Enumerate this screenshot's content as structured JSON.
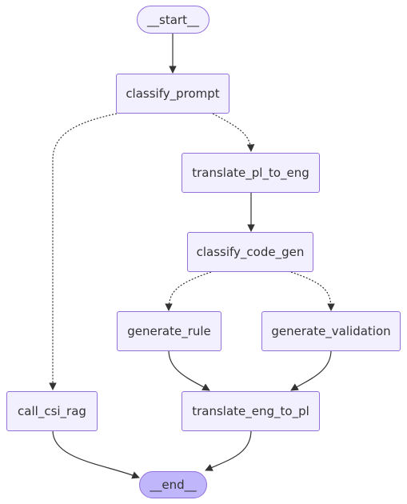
{
  "nodes": {
    "start": "__start__",
    "classify_prompt": "classify_prompt",
    "translate_pl_to_eng": "translate_pl_to_eng",
    "classify_code_gen": "classify_code_gen",
    "generate_rule": "generate_rule",
    "generate_validation": "generate_validation",
    "call_csi_rag": "call_csi_rag",
    "translate_eng_to_pl": "translate_eng_to_pl",
    "end": "__end__"
  },
  "edges": [
    {
      "from": "start",
      "to": "classify_prompt",
      "style": "solid"
    },
    {
      "from": "classify_prompt",
      "to": "translate_pl_to_eng",
      "style": "dotted"
    },
    {
      "from": "classify_prompt",
      "to": "call_csi_rag",
      "style": "dotted"
    },
    {
      "from": "translate_pl_to_eng",
      "to": "classify_code_gen",
      "style": "solid"
    },
    {
      "from": "classify_code_gen",
      "to": "generate_rule",
      "style": "dotted"
    },
    {
      "from": "classify_code_gen",
      "to": "generate_validation",
      "style": "dotted"
    },
    {
      "from": "generate_rule",
      "to": "translate_eng_to_pl",
      "style": "solid"
    },
    {
      "from": "generate_validation",
      "to": "translate_eng_to_pl",
      "style": "solid"
    },
    {
      "from": "call_csi_rag",
      "to": "end",
      "style": "solid"
    },
    {
      "from": "translate_eng_to_pl",
      "to": "end",
      "style": "solid"
    }
  ],
  "colors": {
    "node_fill": "#f2f0ff",
    "node_border": "#9370db",
    "end_fill": "#bfb6fc",
    "edge": "#333333",
    "text": "#333333"
  }
}
